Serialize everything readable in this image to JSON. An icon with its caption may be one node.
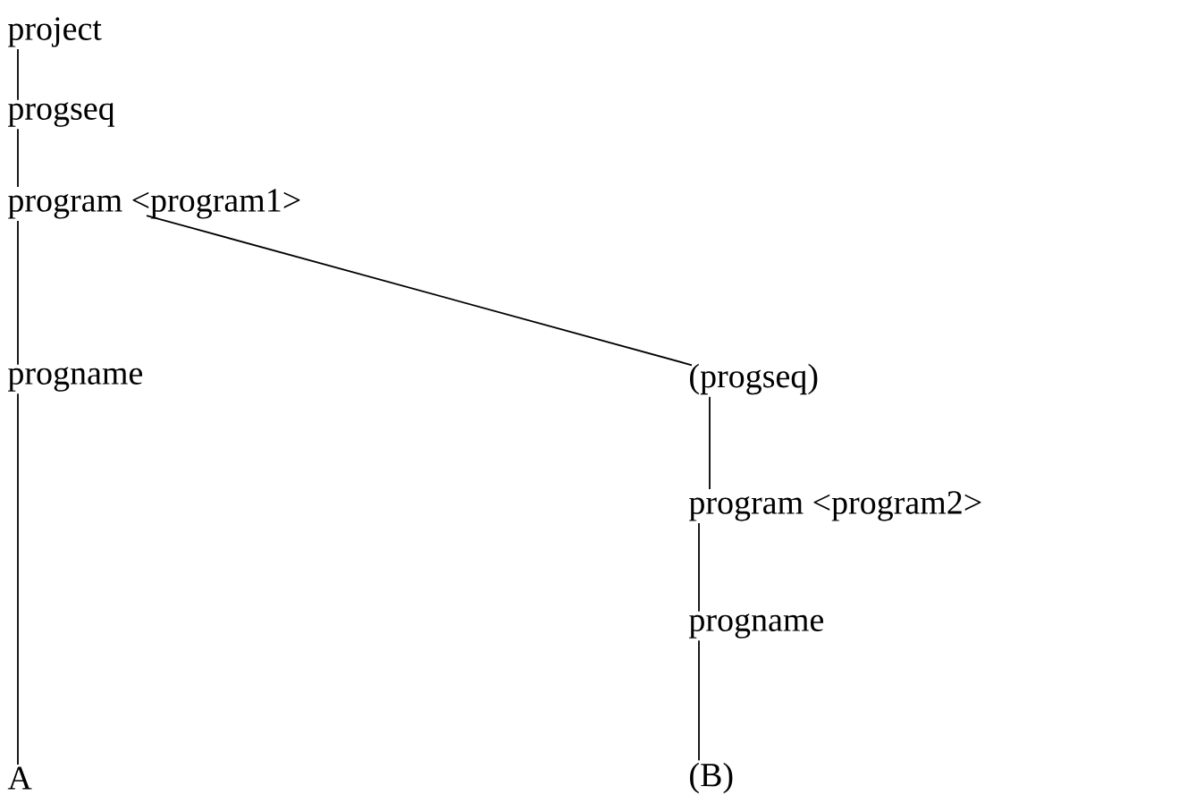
{
  "diagram": {
    "nodes": [
      {
        "text": [
          "project"
        ]
      },
      {
        "text": [
          "progseq"
        ]
      },
      {
        "text": [
          "program <program1>"
        ]
      },
      {
        "text": [
          "progname"
        ]
      },
      {
        "text": [
          "(progseq)"
        ]
      },
      {
        "text": [
          "program <program2>"
        ]
      },
      {
        "text": [
          "progname"
        ]
      },
      {
        "text": [
          "A"
        ]
      },
      {
        "text": [
          "(B)"
        ]
      }
    ],
    "edges": [
      {
        "from": 0,
        "to": 1,
        "arrow": "none"
      },
      {
        "from": 1,
        "to": 2,
        "arrow": "none"
      },
      {
        "from": 2,
        "to": 3,
        "arrow": "none"
      },
      {
        "from": 3,
        "to": 7,
        "arrow": "none"
      },
      {
        "from": 2,
        "to": 4,
        "arrow": "none"
      },
      {
        "from": 4,
        "to": 5,
        "arrow": "none"
      },
      {
        "from": 5,
        "to": 6,
        "arrow": "none"
      },
      {
        "from": 6,
        "to": 8,
        "arrow": "none"
      }
    ]
  }
}
